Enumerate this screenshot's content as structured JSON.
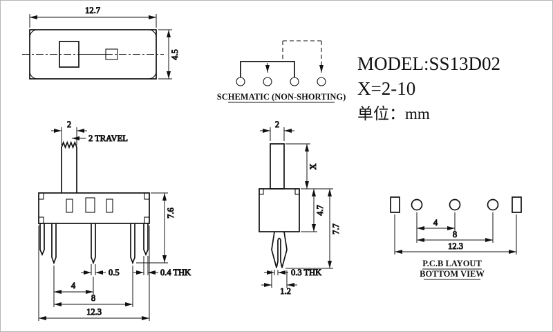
{
  "colors": {
    "ink": "#111111",
    "background": "#ffffff"
  },
  "title_block": {
    "model": "MODEL:SS13D02",
    "x_range": "X=2-10",
    "unit": "单位：mm"
  },
  "schematic": {
    "caption": "SCHEMATIC (NON-SHORTING)"
  },
  "top_view": {
    "dim_width": "12.7",
    "dim_height": "4.5"
  },
  "front_view": {
    "dim_knob_width": "2",
    "dim_travel": "2 TRAVEL",
    "dim_height": "7.6",
    "dim_pin_width": "0.5",
    "dim_pitch": "4",
    "dim_span": "8",
    "dim_overall": "12.3",
    "dim_tab_thickness": "0.4 THK"
  },
  "side_view": {
    "dim_knob_width": "2",
    "dim_stem_height": "X",
    "dim_body_height": "4.7",
    "dim_total_height": "7.7",
    "dim_peg_thickness": "0.3 THK",
    "dim_peg_width": "1.2"
  },
  "pcb_layout": {
    "caption_line1": "P.C.B LAYOUT",
    "caption_line2": "BOTTOM VIEW",
    "dim_pitch": "4",
    "dim_span": "8",
    "dim_overall": "12.3"
  }
}
